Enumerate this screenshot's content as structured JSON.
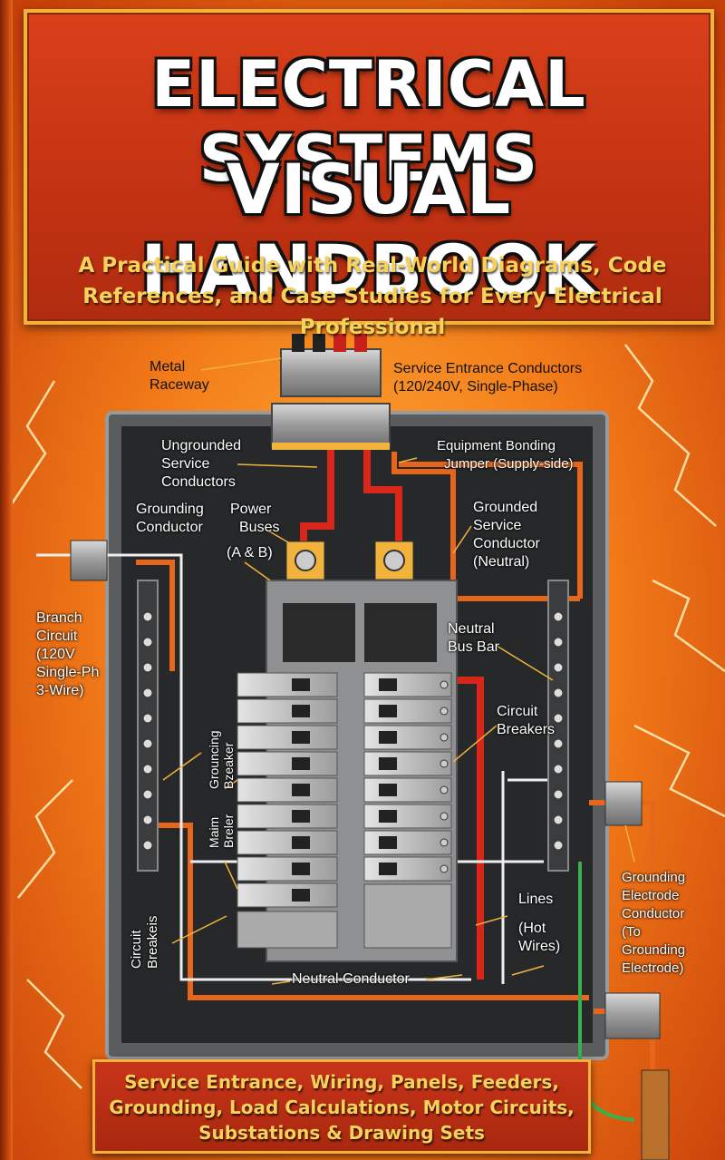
{
  "cover": {
    "title_line1": "ELECTRICAL SYSTEMS",
    "title_line2": "VISUAL HANDBOOK",
    "subtitle_line1": "A Practical Guide with Real-World Diagrams, Code",
    "subtitle_line2": "References, and Case Studies for Every Electrical Professional",
    "bottom_line1": "Service Entrance, Wiring, Panels, Feeders,",
    "bottom_line2": "Grounding, Load Calculations, Motor Circuits,",
    "bottom_line3": "Substations & Drawing Sets"
  },
  "labels": {
    "metal_raceway_1": "Metal",
    "metal_raceway_2": "Raceway",
    "service_entrance_1": "Service Entrance Conductors",
    "service_entrance_2": "(120/240V, Single-Phase)",
    "ungrounded_1": "Ungrounded",
    "ungrounded_2": "Service",
    "ungrounded_3": "Conductors",
    "bonding_1": "Equipment Bonding",
    "bonding_2": "Jumper (Supply-side)",
    "grounding_cond_1": "Grounding",
    "grounding_cond_2": "Conductor",
    "power_buses_1": "Power",
    "power_buses_2": "Buses",
    "power_buses_3": "(A & B)",
    "grounded_1": "Grounded",
    "grounded_2": "Service",
    "grounded_3": "Conductor",
    "grounded_4": "(Neutral)",
    "branch_1": "Branch",
    "branch_2": "Circuit",
    "branch_3": "(120V",
    "branch_4": "Single-Ph",
    "branch_5": "3-Wire)",
    "neutral_bus_1": "Neutral",
    "neutral_bus_2": "Bus Bar",
    "circuit_breakers_1": "Circuit",
    "circuit_breakers_2": "Breakers",
    "grouncing_1": "Grouncing",
    "grouncing_2": "Bzeaker",
    "main_1": "Maim",
    "main_2": "Breler",
    "circuit_breakeis_1": "Circuit",
    "circuit_breakeis_2": "Breakeis",
    "lines_1": "Lines",
    "lines_2": "(Hot",
    "lines_3": "Wires)",
    "gec_1": "Grounding",
    "gec_2": "Electrode",
    "gec_3": "Conductor",
    "gec_4": "(To",
    "gec_5": "Grounding",
    "gec_6": "Electrode)",
    "neutral_conductor": "Neutral Conductor"
  },
  "colors": {
    "title_fill": "#c23212",
    "title_border": "#f2b33c",
    "subtitle_text": "#f7d25a",
    "background": "#e8550f",
    "panel": "#2a2c2e",
    "hot_wire": "#d8261a",
    "bonding_wire": "#e8661c"
  }
}
